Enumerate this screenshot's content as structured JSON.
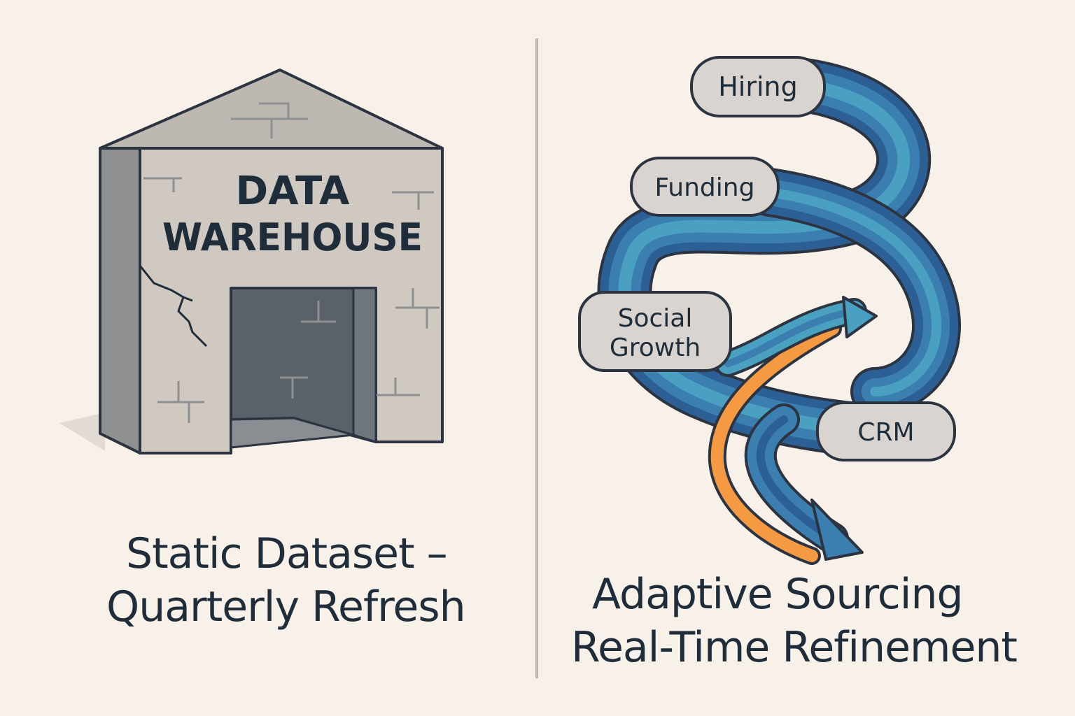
{
  "left_panel": {
    "building_sign_line1": "DATA",
    "building_sign_line2": "WAREHOUSE",
    "caption_line1": "Static Dataset –",
    "caption_line2": "Quarterly Refresh"
  },
  "right_panel": {
    "labels": {
      "hiring": "Hiring",
      "funding": "Funding",
      "social_line1": "Social",
      "social_line2": "Growth",
      "crm": "CRM"
    },
    "caption_line1": "Adaptive Sourcing",
    "caption_line2": "Real-Time Refinement"
  },
  "colors": {
    "background": "#f8f1e9",
    "stone": "#cfc9c2",
    "stone_dark": "#8e9092",
    "doorway": "#5b6168",
    "outline": "#2b3440",
    "stream_dark": "#2c5f93",
    "stream_mid": "#3a7fb0",
    "stream_light": "#4aa0c0",
    "accent_orange": "#f59a42",
    "label_fill": "#d9d4cf"
  },
  "icons": [
    "warehouse-icon",
    "data-stream-icon"
  ]
}
